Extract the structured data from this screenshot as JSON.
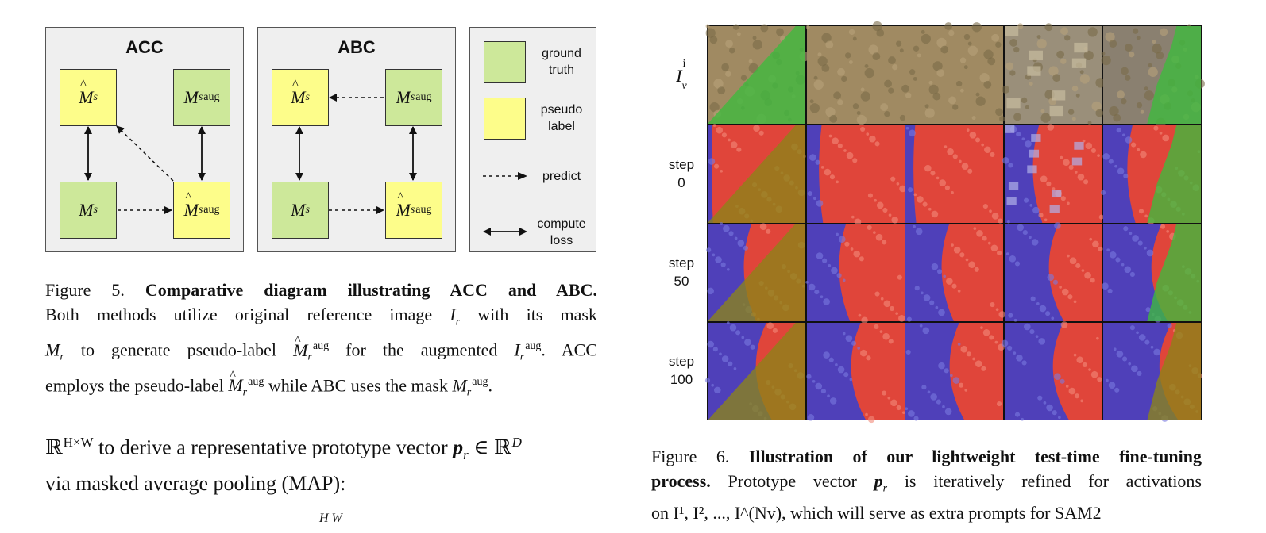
{
  "fig5": {
    "panel_acc_title": "ACC",
    "panel_abc_title": "ABC",
    "m_base": "M",
    "sub_s": "s",
    "sup_aug": "aug",
    "legend": {
      "gt_line1": "ground",
      "gt_line2": "truth",
      "pl_line1": "pseudo",
      "pl_line2": "label",
      "predict": "predict",
      "loss_line1": "compute",
      "loss_line2": "loss"
    },
    "caption": {
      "label": "Figure 5.",
      "bold": "Comparative diagram illustrating ACC and ABC.",
      "l2a": "Both methods utilize original reference image ",
      "l2b": " with its mask",
      "l3a": " to generate pseudo-label ",
      "l3b": " for the augmented ",
      "l3c": ". ACC",
      "l4a": "employs the pseudo-label ",
      "l4b": " while ABC uses the mask ",
      "l4c": ".",
      "sym_I": "I",
      "sym_M": "M",
      "sub_r": "r",
      "sup_aug": "aug"
    }
  },
  "body_text": {
    "line1_a": "ℝ",
    "line1_sup": "H×W",
    "line1_b": " to derive a representative prototype vector ",
    "line1_p": "p",
    "line1_sub": "r",
    "line1_c": " ∈ ℝ",
    "line1_sup2": "D",
    "line2": "via masked average pooling (MAP):",
    "line3_frag": "H    W"
  },
  "fig6": {
    "row_labels": [
      {
        "sym": "I",
        "sup": "i",
        "sub": "v"
      },
      {
        "line1": "step",
        "line2": "0"
      },
      {
        "line1": "step",
        "line2": "50"
      },
      {
        "line1": "step",
        "line2": "100"
      }
    ],
    "caption": {
      "label": "Figure 6.",
      "bold1": "Illustration of our lightweight test-time fine-tuning",
      "bold2": "process.",
      "l2a": " Prototype vector ",
      "sym_p": "p",
      "sub_r": "r",
      "l2b": " is iteratively refined for activations",
      "l3": "on I¹, I², ..., I^(Nv), which will serve as extra prompts for SAM2"
    }
  },
  "colors": {
    "ground_truth": "#cde89a",
    "pseudo_label": "#fdfd8a",
    "panel_bg": "#efefef",
    "activation_high": "#e0453a",
    "activation_low": "#3f3fc8",
    "mask_overlay_green": "#3dbb3d",
    "mask_overlay_olive": "#8c8418"
  }
}
